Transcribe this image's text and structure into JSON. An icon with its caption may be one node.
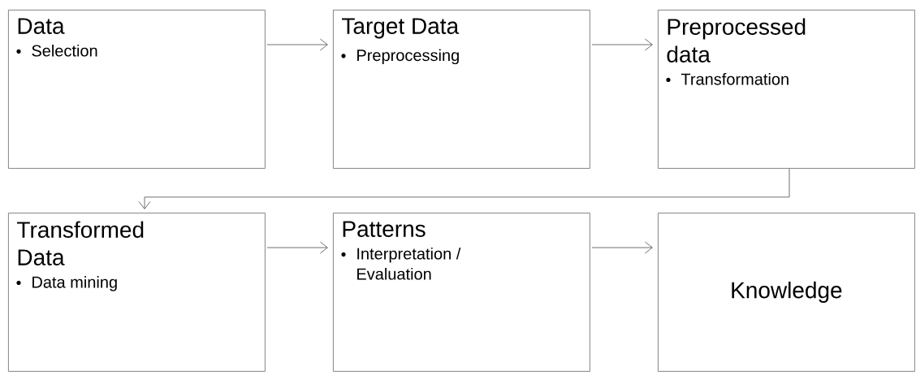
{
  "diagram": {
    "nodes": [
      {
        "text": [
          "Data",
          "Selection"
        ]
      },
      {
        "text": [
          "Target Data",
          "Preprocessing"
        ]
      },
      {
        "text": [
          "Preprocessed data",
          "Transformation"
        ]
      },
      {
        "text": [
          "Transformed Data",
          "Data mining"
        ]
      },
      {
        "text": [
          "Patterns",
          "Interpretation / Evaluation"
        ]
      },
      {
        "text": [
          "Knowledge"
        ]
      }
    ],
    "edges": [
      {
        "from": 0,
        "to": 1,
        "arrow": "to"
      },
      {
        "from": 1,
        "to": 2,
        "arrow": "to"
      },
      {
        "from": 2,
        "to": 3,
        "arrow": "to"
      },
      {
        "from": 3,
        "to": 4,
        "arrow": "to"
      },
      {
        "from": 4,
        "to": 5,
        "arrow": "to"
      }
    ]
  }
}
